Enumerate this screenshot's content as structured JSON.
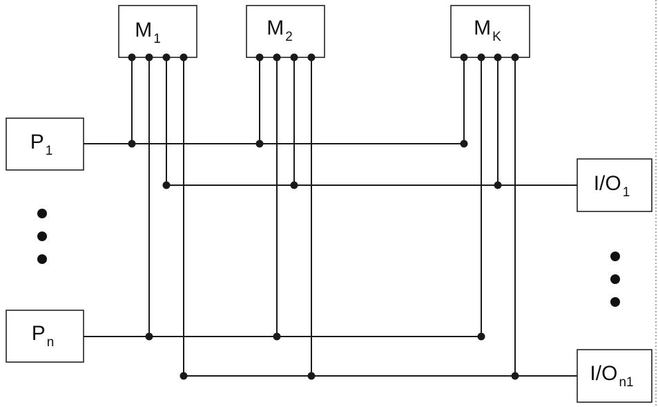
{
  "diagram": {
    "memories": [
      {
        "id": "m1",
        "base": "M",
        "sub": "1"
      },
      {
        "id": "m2",
        "base": "M",
        "sub": "2"
      },
      {
        "id": "mk",
        "base": "M",
        "sub": "K"
      }
    ],
    "processors": [
      {
        "id": "p1",
        "base": "P",
        "sub": "1"
      },
      {
        "id": "pn",
        "base": "P",
        "sub": "n"
      }
    ],
    "io_units": [
      {
        "id": "io1",
        "base": "I/O",
        "sub": "1"
      },
      {
        "id": "ion1",
        "base": "I/O",
        "sub": "n1"
      }
    ],
    "colors": {
      "line": "#1a1a1a",
      "box_stroke": "#222222",
      "background": "#ffffff"
    }
  }
}
